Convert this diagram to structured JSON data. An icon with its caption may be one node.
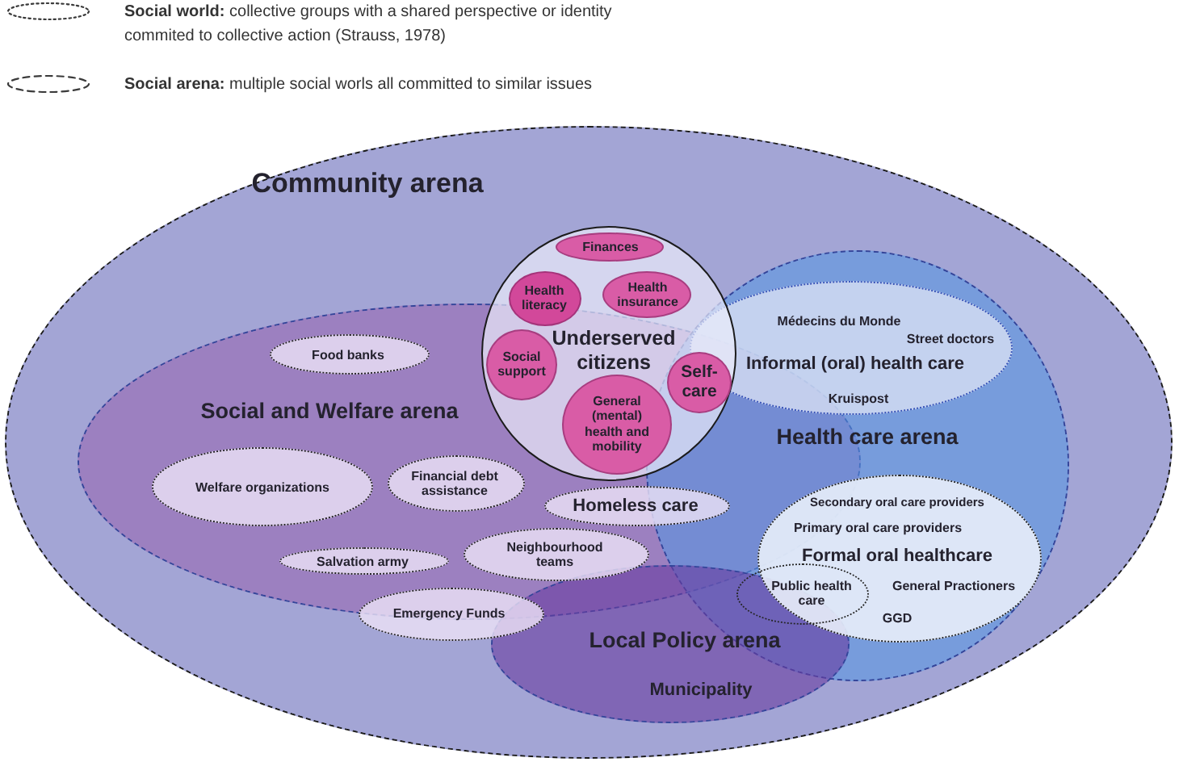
{
  "diagram": {
    "nodes": [
      {
        "text": [
          "Community arena"
        ]
      },
      {
        "text": [
          "Underserved citizens"
        ],
        "in": 0
      },
      {
        "text": [
          "Finances"
        ],
        "in": 1
      },
      {
        "text": [
          "Health literacy"
        ],
        "in": 1
      },
      {
        "text": [
          "Health insurance"
        ],
        "in": 1
      },
      {
        "text": [
          "Social support"
        ]
      },
      {
        "text": [
          "Self-care"
        ]
      },
      {
        "text": [
          "General (mental) health and mobility"
        ]
      },
      {
        "text": [
          "Social and Welfare arena"
        ],
        "in": 0
      },
      {
        "text": [
          "Food banks"
        ],
        "in": 8
      },
      {
        "text": [
          "Welfare organizations"
        ],
        "in": 8
      },
      {
        "text": [
          "Financial debt assistance"
        ],
        "in": 8
      },
      {
        "text": [
          "Homeless care"
        ],
        "in": 8
      },
      {
        "text": [
          "Salvation army"
        ],
        "in": 8
      },
      {
        "text": [
          "Neighbourhood teams"
        ],
        "in": 8
      },
      {
        "text": [
          "Emergency Funds"
        ],
        "in": 0
      },
      {
        "text": [
          "Health care arena"
        ],
        "in": 0
      },
      {
        "text": [
          "Médecins du Monde",
          "Street doctors",
          "Informal (oral) health care",
          "Kruispost"
        ],
        "in": 16
      },
      {
        "text": [
          "Secondary oral care providers",
          "Primary oral care providers",
          "Formal oral healthcare",
          "General Practioners",
          "GGD"
        ],
        "in": 16
      },
      {
        "text": [
          "Public health care"
        ],
        "in": 16
      },
      {
        "text": [
          "Local Policy arena",
          "Municipality"
        ],
        "in": 0
      }
    ],
    "legend": [
      {
        "text": "**Social world:** collective groups with a shared perspective or identity commited to collective action (Strauss, 1978)"
      },
      {
        "text": "**Social arena:** multiple social worls all committed to similar issues"
      }
    ]
  }
}
